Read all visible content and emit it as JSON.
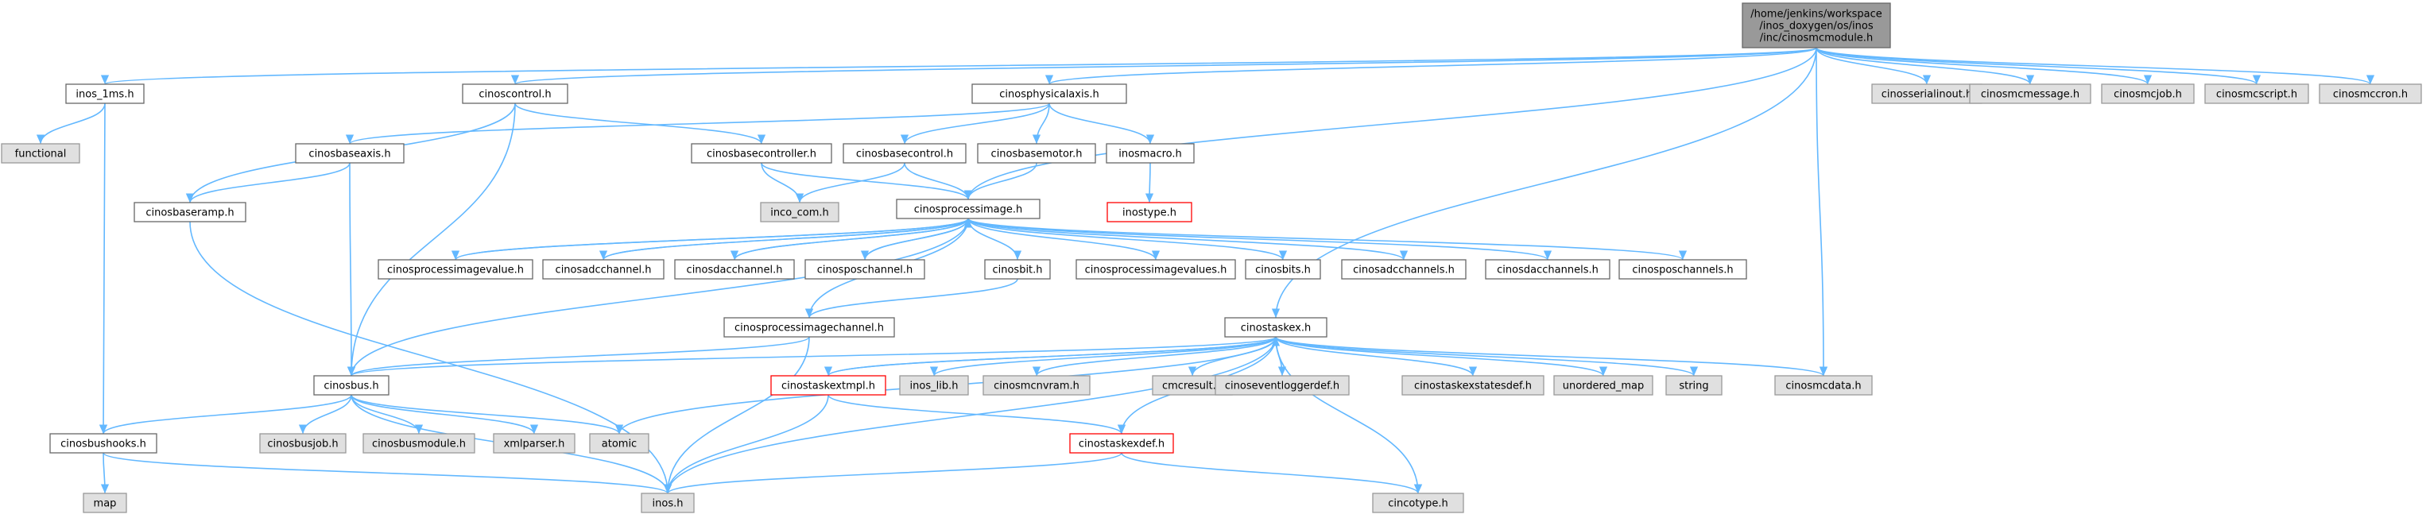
{
  "root_label": [
    "/home/jenkins/workspace",
    "/inos_doxygen/os/inos",
    "/inc/cinosmcmodule.h"
  ],
  "nodes": {
    "inos_1ms": "inos_1ms.h",
    "functional": "functional",
    "cinoscontrol": "cinoscontrol.h",
    "cinosphysicalaxis": "cinosphysicalaxis.h",
    "cinosserialinout": "cinosserialinout.h",
    "cinosmcmessage": "cinosmcmessage.h",
    "cinosmcjob": "cinosmcjob.h",
    "cinosmcscript": "cinosmcscript.h",
    "cinosmccron": "cinosmccron.h",
    "cinosbaseaxis": "cinosbaseaxis.h",
    "cinosbasecontroller": "cinosbasecontroller.h",
    "cinosbasecontrol": "cinosbasecontrol.h",
    "cinosbasemotor": "cinosbasemotor.h",
    "inosmacro": "inosmacro.h",
    "cinosbaseramp": "cinosbaseramp.h",
    "inco_com": "inco_com.h",
    "cinosprocessimage": "cinosprocessimage.h",
    "inostype": "inostype.h",
    "cinosprocessimagevalue": "cinosprocessimagevalue.h",
    "cinosadcchannel": "cinosadcchannel.h",
    "cinosdacchannel": "cinosdacchannel.h",
    "cinosposchannel": "cinosposchannel.h",
    "cinosbit": "cinosbit.h",
    "cinosprocessimagevalues": "cinosprocessimagevalues.h",
    "cinosbits": "cinosbits.h",
    "cinosadcchannels": "cinosadcchannels.h",
    "cinosdacchannels": "cinosdacchannels.h",
    "cinosposchannels": "cinosposchannels.h",
    "cinosprocessimagechannel": "cinosprocessimagechannel.h",
    "cinostaskex": "cinostaskex.h",
    "cinosbus": "cinosbus.h",
    "cinostaskextmpl": "cinostaskextmpl.h",
    "inos_lib": "inos_lib.h",
    "cinosmcnvram": "cinosmcnvram.h",
    "cmcresult": "cmcresult.h",
    "cinoseventloggerdef": "cinoseventloggerdef.h",
    "cinostaskexstatesdef": "cinostaskexstatesdef.h",
    "unordered_map": "unordered_map",
    "string": "string",
    "cinosmcdata": "cinosmcdata.h",
    "cinosbushooks": "cinosbushooks.h",
    "cinosbusjob": "cinosbusjob.h",
    "cinosbusmodule": "cinosbusmodule.h",
    "xmlparser": "xmlparser.h",
    "atomic": "atomic",
    "cinostaskexdef": "cinostaskexdef.h",
    "map": "map",
    "inos": "inos.h",
    "cincotype": "cincotype.h"
  },
  "edges": [
    [
      "root",
      "inos_1ms"
    ],
    [
      "root",
      "cinoscontrol"
    ],
    [
      "root",
      "cinosphysicalaxis"
    ],
    [
      "root",
      "cinosprocessimage"
    ],
    [
      "root",
      "cinostaskex"
    ],
    [
      "root",
      "cinosmcdata"
    ],
    [
      "root",
      "cinosserialinout"
    ],
    [
      "root",
      "cinosmcmessage"
    ],
    [
      "root",
      "cinosmcjob"
    ],
    [
      "root",
      "cinosmcscript"
    ],
    [
      "root",
      "cinosmccron"
    ],
    [
      "inos_1ms",
      "functional"
    ],
    [
      "inos_1ms",
      "cinosbushooks"
    ],
    [
      "cinoscontrol",
      "cinosbaseramp"
    ],
    [
      "cinoscontrol",
      "cinosbasecontroller"
    ],
    [
      "cinoscontrol",
      "cinosbus"
    ],
    [
      "cinosphysicalaxis",
      "cinosbaseaxis"
    ],
    [
      "cinosphysicalaxis",
      "cinosbasecontrol"
    ],
    [
      "cinosphysicalaxis",
      "cinosbasemotor"
    ],
    [
      "cinosphysicalaxis",
      "inosmacro"
    ],
    [
      "cinosbaseaxis",
      "cinosbaseramp"
    ],
    [
      "cinosbaseaxis",
      "cinosbus"
    ],
    [
      "cinosbasecontroller",
      "inco_com"
    ],
    [
      "cinosbasecontroller",
      "cinosprocessimage"
    ],
    [
      "cinosbasecontrol",
      "inco_com"
    ],
    [
      "cinosbasecontrol",
      "cinosprocessimage"
    ],
    [
      "cinosbasemotor",
      "cinosprocessimage"
    ],
    [
      "inosmacro",
      "inostype"
    ],
    [
      "cinosbaseramp",
      "inos"
    ],
    [
      "cinosprocessimage",
      "cinosprocessimagevalue"
    ],
    [
      "cinosprocessimage",
      "cinosadcchannel"
    ],
    [
      "cinosprocessimage",
      "cinosdacchannel"
    ],
    [
      "cinosprocessimage",
      "cinosposchannel"
    ],
    [
      "cinosprocessimage",
      "cinosbit"
    ],
    [
      "cinosprocessimage",
      "cinosprocessimagevalues"
    ],
    [
      "cinosprocessimage",
      "cinosbits"
    ],
    [
      "cinosprocessimage",
      "cinosadcchannels"
    ],
    [
      "cinosprocessimage",
      "cinosdacchannels"
    ],
    [
      "cinosprocessimage",
      "cinosposchannels"
    ],
    [
      "cinosprocessimage",
      "cinosprocessimagechannel"
    ],
    [
      "cinosprocessimage",
      "cinosbus"
    ],
    [
      "cinosprocessimagevalue",
      "cinosprocessimage"
    ],
    [
      "cinosadcchannel",
      "cinosprocessimage"
    ],
    [
      "cinosdacchannel",
      "cinosprocessimage"
    ],
    [
      "cinosposchannel",
      "cinosprocessimage"
    ],
    [
      "cinosbit",
      "cinosprocessimagechannel"
    ],
    [
      "cinosprocessimagechannel",
      "cinosbus"
    ],
    [
      "cinosprocessimagechannel",
      "inos"
    ],
    [
      "cinostaskex",
      "cinosbus"
    ],
    [
      "cinostaskex",
      "cinostaskextmpl"
    ],
    [
      "cinostaskex",
      "inos_lib"
    ],
    [
      "cinostaskex",
      "cinosmcnvram"
    ],
    [
      "cinostaskex",
      "cmcresult"
    ],
    [
      "cinostaskex",
      "cinoseventloggerdef"
    ],
    [
      "cinostaskex",
      "cinostaskexstatesdef"
    ],
    [
      "cinostaskex",
      "unordered_map"
    ],
    [
      "cinostaskex",
      "string"
    ],
    [
      "cinostaskex",
      "cinosmcdata"
    ],
    [
      "cinostaskex",
      "atomic"
    ],
    [
      "cinostaskex",
      "inos"
    ],
    [
      "cinostaskex",
      "cinostaskexdef"
    ],
    [
      "cinostaskex",
      "cincotype"
    ],
    [
      "cinostaskextmpl",
      "cinostaskex"
    ],
    [
      "cinostaskextmpl",
      "cinostaskexdef"
    ],
    [
      "cinostaskextmpl",
      "inos"
    ],
    [
      "cinosbus",
      "cinosbushooks"
    ],
    [
      "cinosbus",
      "cinosbusjob"
    ],
    [
      "cinosbus",
      "cinosbusmodule"
    ],
    [
      "cinosbus",
      "xmlparser"
    ],
    [
      "cinosbus",
      "atomic"
    ],
    [
      "cinosbus",
      "inos"
    ],
    [
      "cinosbushooks",
      "map"
    ],
    [
      "cinosbushooks",
      "inos"
    ],
    [
      "cinostaskexdef",
      "inos"
    ],
    [
      "cinostaskexdef",
      "cincotype"
    ]
  ],
  "colors": {
    "edge": "#63b8ff",
    "border": "#666666",
    "external_fill": "#e0e0e0",
    "missing_border": "#ff0000",
    "root_fill": "#999999"
  }
}
